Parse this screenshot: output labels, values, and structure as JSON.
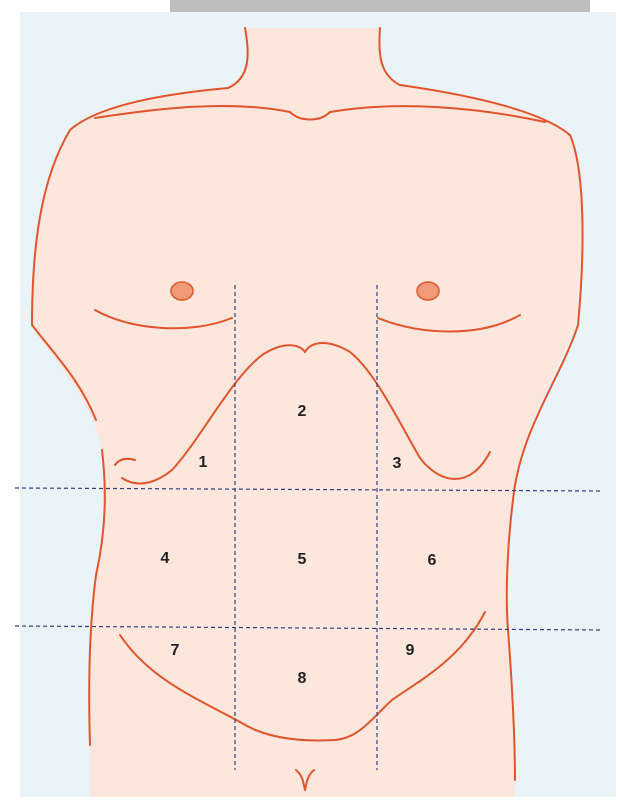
{
  "colors": {
    "outline": "#e0552d",
    "skin": "#fde7dd",
    "background_tint": "#eaf3f8",
    "grid_lines": "#33407a",
    "nipples": "#f09a77",
    "labels": "#222222"
  },
  "regions": [
    {
      "id": "region-1",
      "label": "1"
    },
    {
      "id": "region-2",
      "label": "2"
    },
    {
      "id": "region-3",
      "label": "3"
    },
    {
      "id": "region-4",
      "label": "4"
    },
    {
      "id": "region-5",
      "label": "5"
    },
    {
      "id": "region-6",
      "label": "6"
    },
    {
      "id": "region-7",
      "label": "7"
    },
    {
      "id": "region-8",
      "label": "8"
    },
    {
      "id": "region-9",
      "label": "9"
    }
  ]
}
